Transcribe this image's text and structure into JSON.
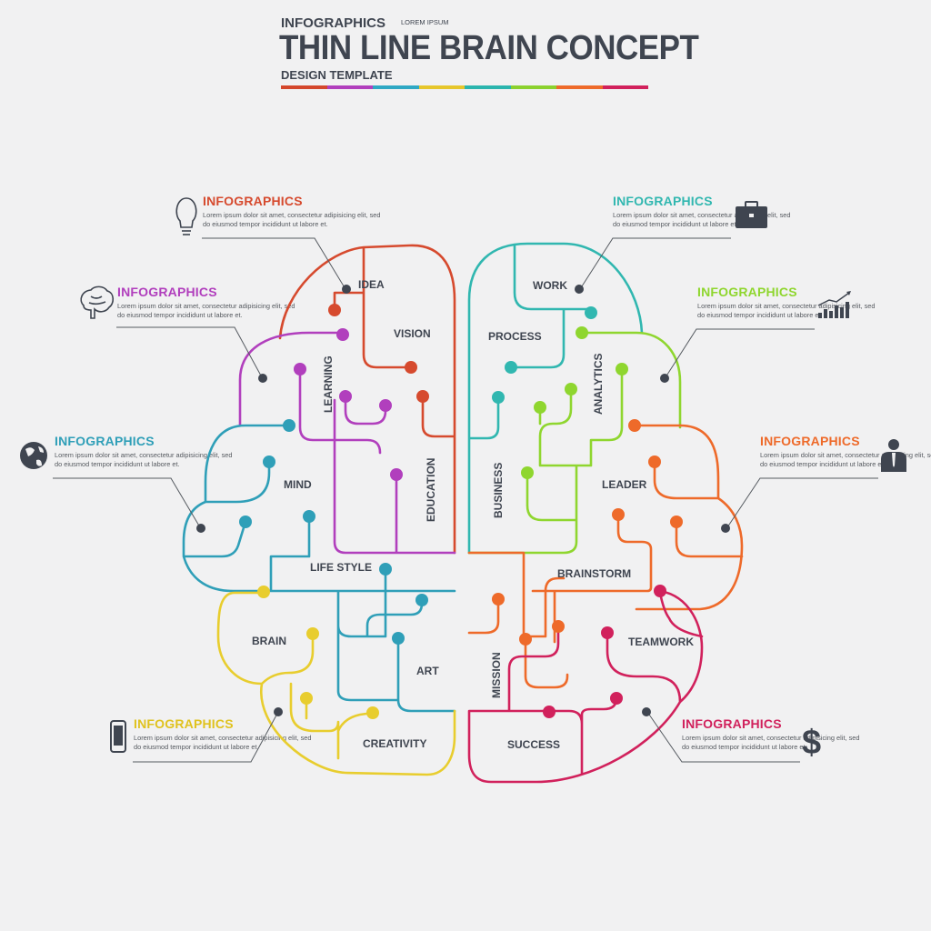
{
  "header": {
    "kicker": "INFOGRAPHICS",
    "kicker_note": "LOREM IPSUM",
    "title": "THIN LINE BRAIN CONCEPT",
    "subtitle": "DESIGN TEMPLATE",
    "bar_colors": [
      "#d4472c",
      "#b13fbd",
      "#2fa8c4",
      "#e6c62b",
      "#2bb5ae",
      "#8bd12e",
      "#ee6a2a",
      "#d1215c"
    ]
  },
  "colors": {
    "red": "#d64a2e",
    "purple": "#b13fbd",
    "teal": "#2f9fb8",
    "yellow": "#e8cd2e",
    "cyan": "#31b7b0",
    "lime": "#8fd62f",
    "orange": "#ee6a2a",
    "magenta": "#d1215c",
    "text": "#3f4550",
    "leader": "#555a60"
  },
  "brain_labels": {
    "idea": "IDEA",
    "vision": "VISION",
    "learning": "LEARNING",
    "education": "EDUCATION",
    "mind": "MIND",
    "life_style": "LIFE STYLE",
    "brain": "BRAIN",
    "art": "ART",
    "creativity": "CREATIVITY",
    "work": "WORK",
    "process": "PROCESS",
    "analytics": "ANALYTICS",
    "business": "BUSINESS",
    "leader": "LEADER",
    "brainstorm": "BRAINSTORM",
    "teamwork": "TEAMWORK",
    "mission": "MISSION",
    "success": "SUCCESS"
  },
  "info_blocks": [
    {
      "title": "INFOGRAPHICS",
      "text": "Lorem ipsum dolor sit amet, consectetur adipisicing elit, sed do eiusmod tempor incididunt ut labore et.",
      "icon": "lightbulb-icon",
      "color": "#d64a2e"
    },
    {
      "title": "INFOGRAPHICS",
      "text": "Lorem ipsum dolor sit amet, consectetur adipisicing elit, sed do eiusmod tempor incididunt ut labore et.",
      "icon": "brain-icon",
      "color": "#b13fbd"
    },
    {
      "title": "INFOGRAPHICS",
      "text": "Lorem ipsum dolor sit amet, consectetur adipisicing elit, sed do eiusmod tempor incididunt ut labore et.",
      "icon": "globe-icon",
      "color": "#2f9fb8"
    },
    {
      "title": "INFOGRAPHICS",
      "text": "Lorem ipsum dolor sit amet, consectetur adipisicing elit, sed do eiusmod tempor incididunt ut labore et.",
      "icon": "smartphone-icon",
      "color": "#e8cd2e"
    },
    {
      "title": "INFOGRAPHICS",
      "text": "Lorem ipsum dolor sit amet, consectetur adipisicing elit, sed do eiusmod tempor incididunt ut labore et.",
      "icon": "briefcase-icon",
      "color": "#31b7b0"
    },
    {
      "title": "INFOGRAPHICS",
      "text": "Lorem ipsum dolor sit amet, consectetur adipisicing elit, sed do eiusmod tempor incididunt ut labore et.",
      "icon": "bar-chart-icon",
      "color": "#8fd62f"
    },
    {
      "title": "INFOGRAPHICS",
      "text": "Lorem ipsum dolor sit amet, consectetur adipisicing elit, sed do eiusmod tempor incididunt ut labore et.",
      "icon": "businessman-icon",
      "color": "#ee6a2a"
    },
    {
      "title": "INFOGRAPHICS",
      "text": "Lorem ipsum dolor sit amet, consectetur adipisicing elit, sed do eiusmod tempor incididunt ut labore et.",
      "icon": "dollar-icon",
      "color": "#d1215c"
    }
  ]
}
